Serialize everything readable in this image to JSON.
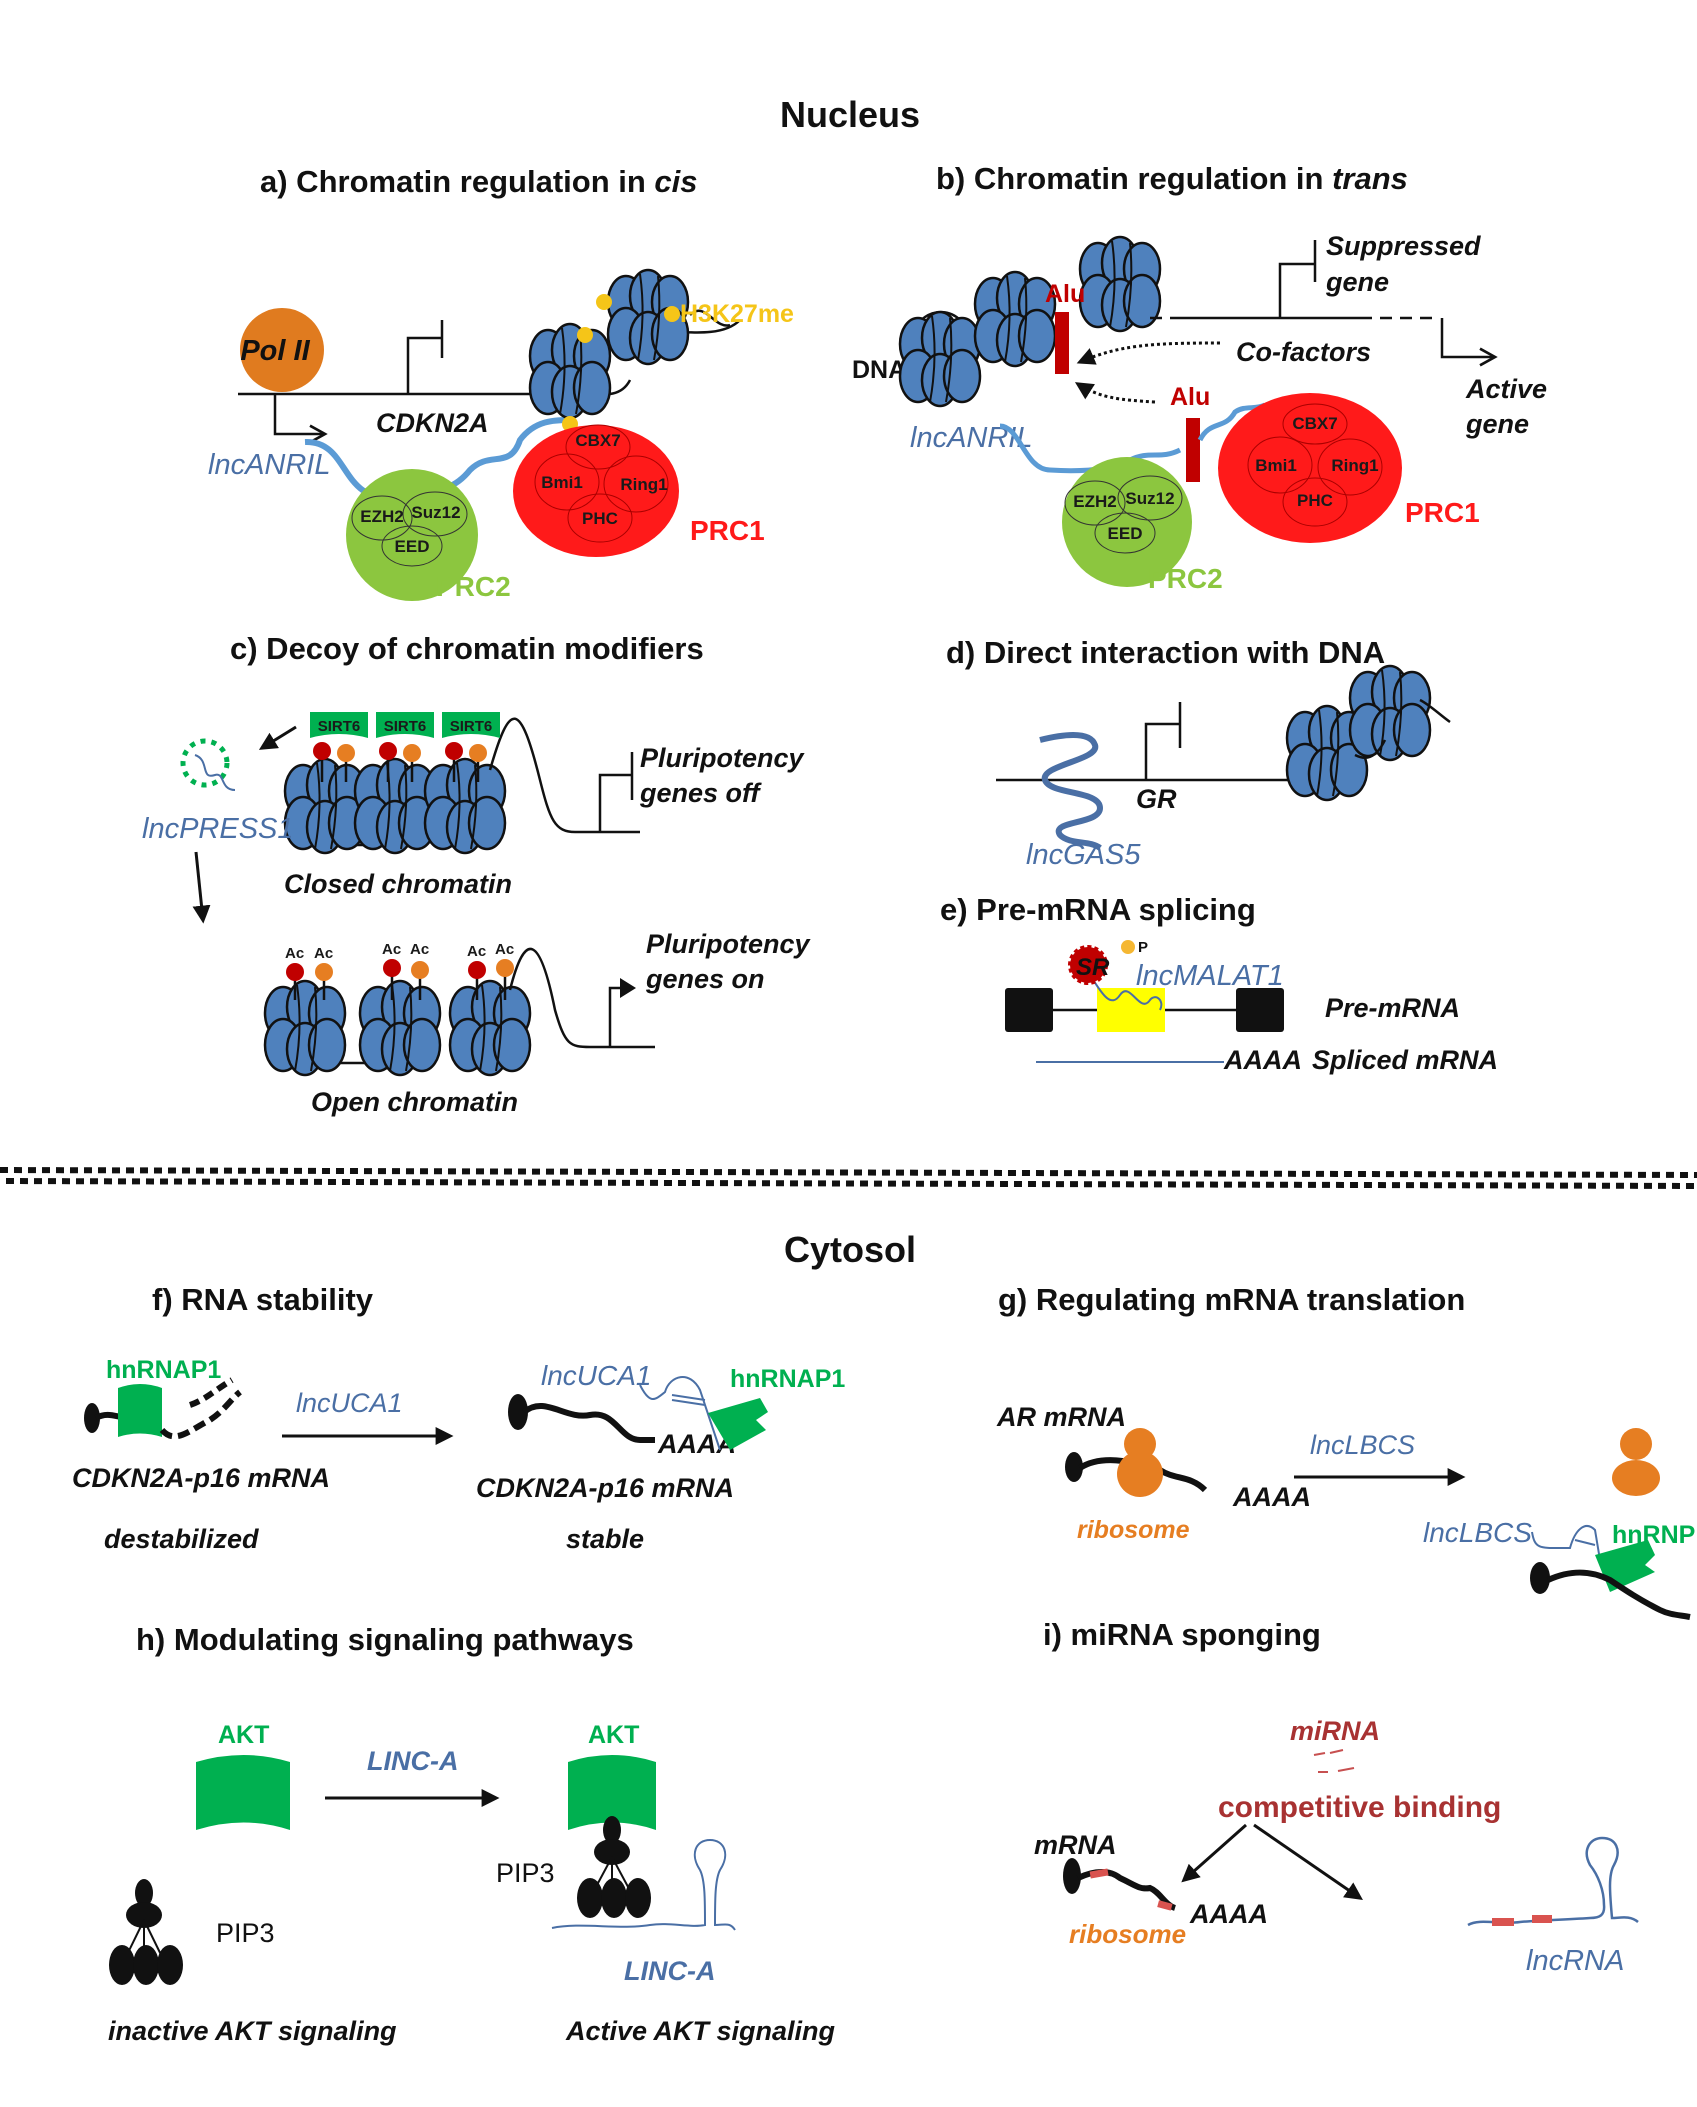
{
  "figure": {
    "nucleus_title": "Nucleus",
    "cytosol_title": "Cytosol",
    "colors": {
      "nucleosome": "#4f81bd",
      "lncrna_blue": "#4a6fa5",
      "pol2_orange": "#e07b1f",
      "prc1_red": "#ff1a1a",
      "prc2_green": "#8cc63f",
      "h3k27me_yellow": "#f5c518",
      "alu_darkred": "#c00000",
      "protein_green": "#00b050",
      "ribosome_orange": "#e67e22",
      "mirna_red": "#a83232"
    }
  },
  "panel_a": {
    "title_prefix": "a) Chromatin regulation in ",
    "title_italic": "cis",
    "pol2": "Pol II",
    "gene": "CDKN2A",
    "lncrna": "lncANRIL",
    "mark": "H3K27me",
    "prc1": {
      "label": "PRC1",
      "subunits": [
        "CBX7",
        "Bmi1",
        "Ring1",
        "PHC"
      ]
    },
    "prc2": {
      "label": "PRC2",
      "subunits": [
        "EZH2",
        "Suz12",
        "EED"
      ]
    }
  },
  "panel_b": {
    "title_prefix": "b) Chromatin regulation in ",
    "title_italic": "trans",
    "dna": "DNA",
    "alu_top": "Alu",
    "alu_bottom": "Alu",
    "cofactors": "Co-factors",
    "suppressed_line1": "Suppressed",
    "suppressed_line2": "gene",
    "active_line1": "Active",
    "active_line2": "gene",
    "lncrna": "lncANRIL",
    "prc1": {
      "label": "PRC1",
      "subunits": [
        "CBX7",
        "Bmi1",
        "Ring1",
        "PHC"
      ]
    },
    "prc2": {
      "label": "PRC2",
      "subunits": [
        "EZH2",
        "Suz12",
        "EED"
      ]
    }
  },
  "panel_c": {
    "title": "c) Decoy of chromatin modifiers",
    "sirt6": [
      "SIRT6",
      "SIRT6",
      "SIRT6"
    ],
    "lncrna": "lncPRESS1",
    "closed": "Closed chromatin",
    "open": "Open  chromatin",
    "off_line1": "Pluripotency",
    "off_line2": "genes off",
    "on_line1": "Pluripotency",
    "on_line2": "genes on",
    "ac": "Ac"
  },
  "panel_d": {
    "title": "d) Direct interaction with DNA",
    "gene": "GR",
    "lncrna": "lncGAS5"
  },
  "panel_e": {
    "title": "e) Pre-mRNA splicing",
    "sr": "SR",
    "p": "P",
    "lncrna": "lncMALAT1",
    "pre_mrna": "Pre-mRNA",
    "polya": "AAAA",
    "spliced": "Spliced mRNA"
  },
  "panel_f": {
    "title": "f) RNA stability",
    "protein_left": "hnRNAP1",
    "protein_right": "hnRNAP1",
    "arrow_label": "lncUCA1",
    "lncrna": "lncUCA1",
    "polya": "AAAA",
    "mrna_left": "CDKN2A-p16 mRNA",
    "mrna_right": "CDKN2A-p16 mRNA",
    "state_left": "destabilized",
    "state_right": "stable"
  },
  "panel_g": {
    "title": "g) Regulating mRNA translation",
    "mrna": "AR mRNA",
    "polya": "AAAA",
    "ribosome": "ribosome",
    "arrow_label": "lncLBCS",
    "lncrna": "lncLBCS",
    "protein": "hnRNPI"
  },
  "panel_h": {
    "title": "h) Modulating signaling pathways",
    "akt_left": "AKT",
    "akt_right": "AKT",
    "arrow_label": "LINC-A",
    "pip3_left": "PIP3",
    "pip3_right": "PIP3",
    "lncrna": "LINC-A",
    "state_left": "inactive AKT signaling",
    "state_right": "Active AKT signaling"
  },
  "panel_i": {
    "title": "i) miRNA sponging",
    "mirna": "miRNA",
    "competition": "competitive binding",
    "mrna": "mRNA",
    "polya": "AAAA",
    "ribosome": "ribosome",
    "lncrna": "lncRNA"
  }
}
